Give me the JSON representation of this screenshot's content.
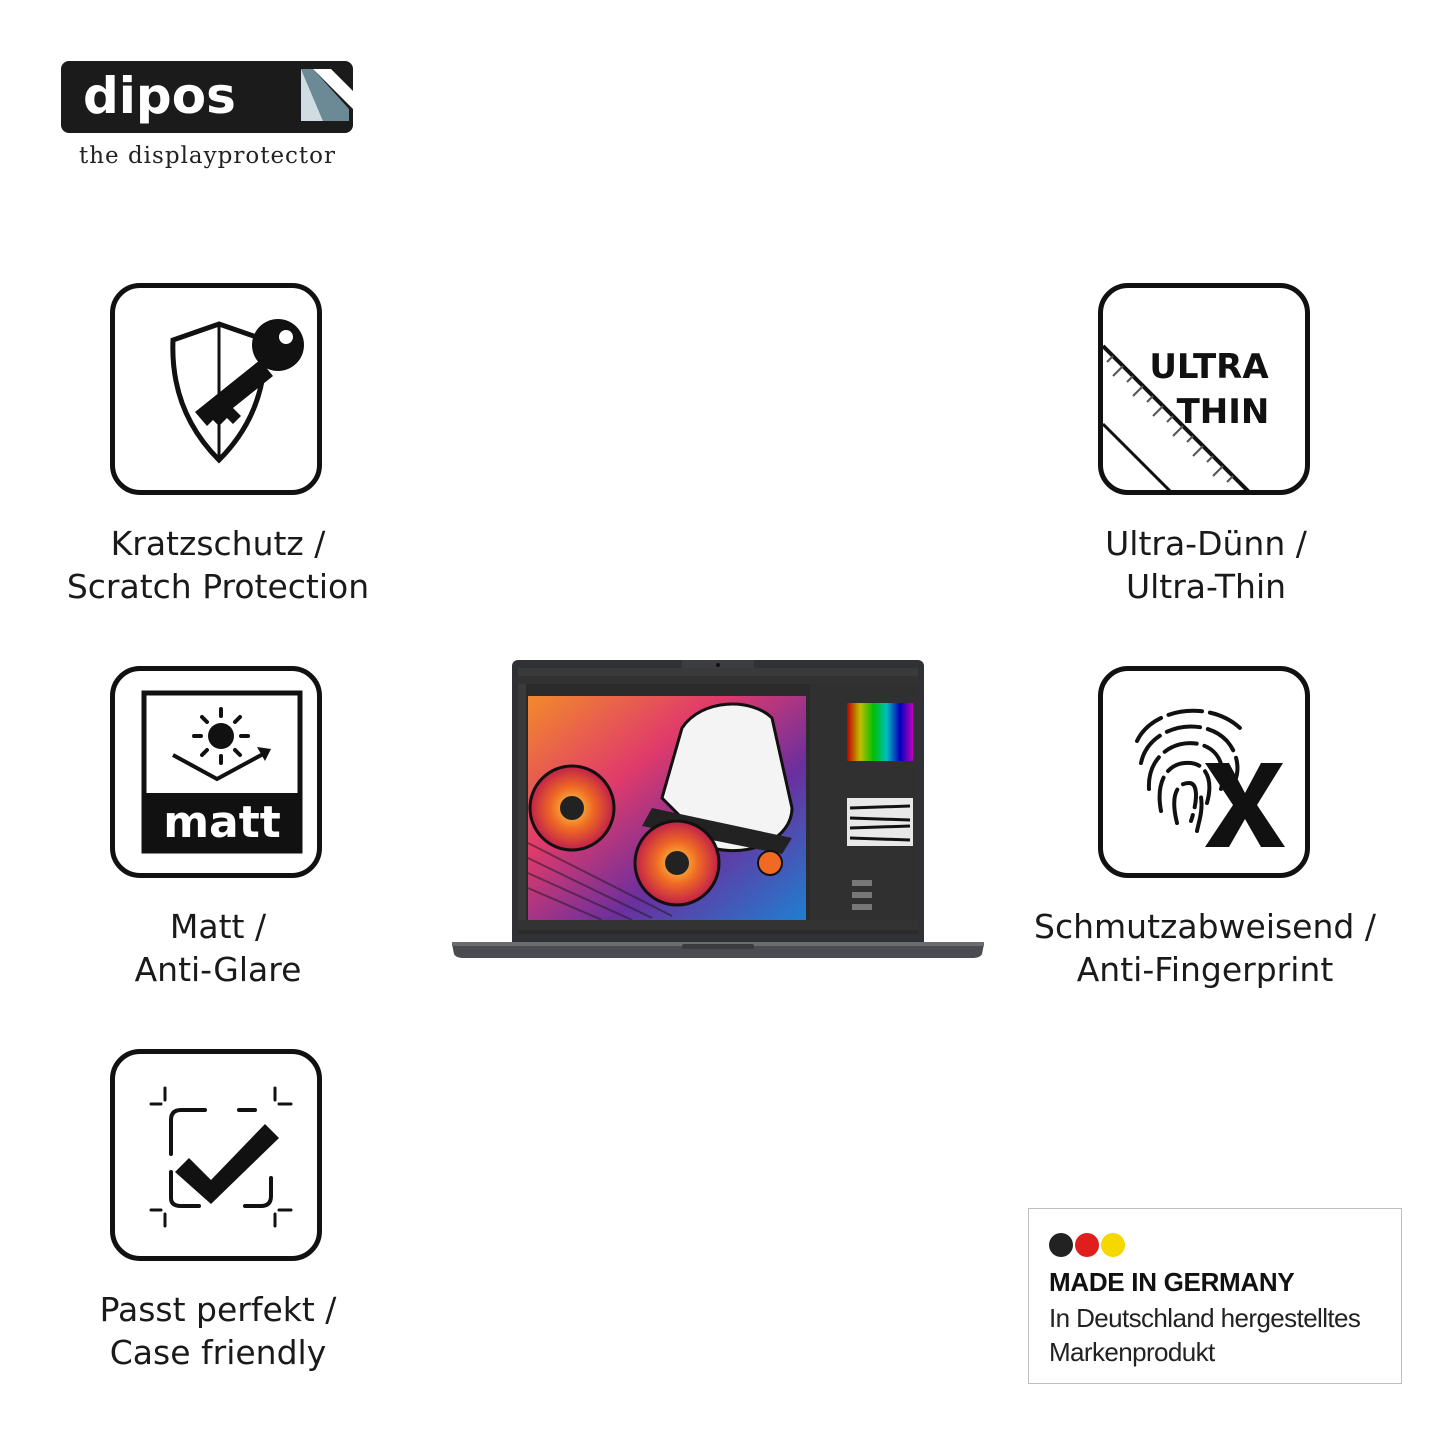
{
  "brand": {
    "name": "dipos",
    "tagline": "the displayprotector"
  },
  "features": [
    {
      "icon": "shield-key-icon",
      "line1": "Kratzschutz /",
      "line2": "Scratch Protection"
    },
    {
      "icon": "ultra-thin-icon",
      "badge_line1": "ULTRA",
      "badge_line2": "THIN",
      "line1": "Ultra-Dünn /",
      "line2": "Ultra-Thin"
    },
    {
      "icon": "matt-sun-icon",
      "badge": "matt",
      "line1": "Matt /",
      "line2": "Anti-Glare"
    },
    {
      "icon": "fingerprint-x-icon",
      "line1": "Schmutzabweisend /",
      "line2": "Anti-Fingerprint"
    },
    {
      "icon": "check-frame-icon",
      "line1": "Passt perfekt /",
      "line2": "Case friendly"
    }
  ],
  "made_in_germany": {
    "heading": "MADE IN GERMANY",
    "line1": "In Deutschland hergestelltes",
    "line2": "Markenprodukt",
    "colors": [
      "#222222",
      "#e01e1e",
      "#f5d800"
    ]
  }
}
